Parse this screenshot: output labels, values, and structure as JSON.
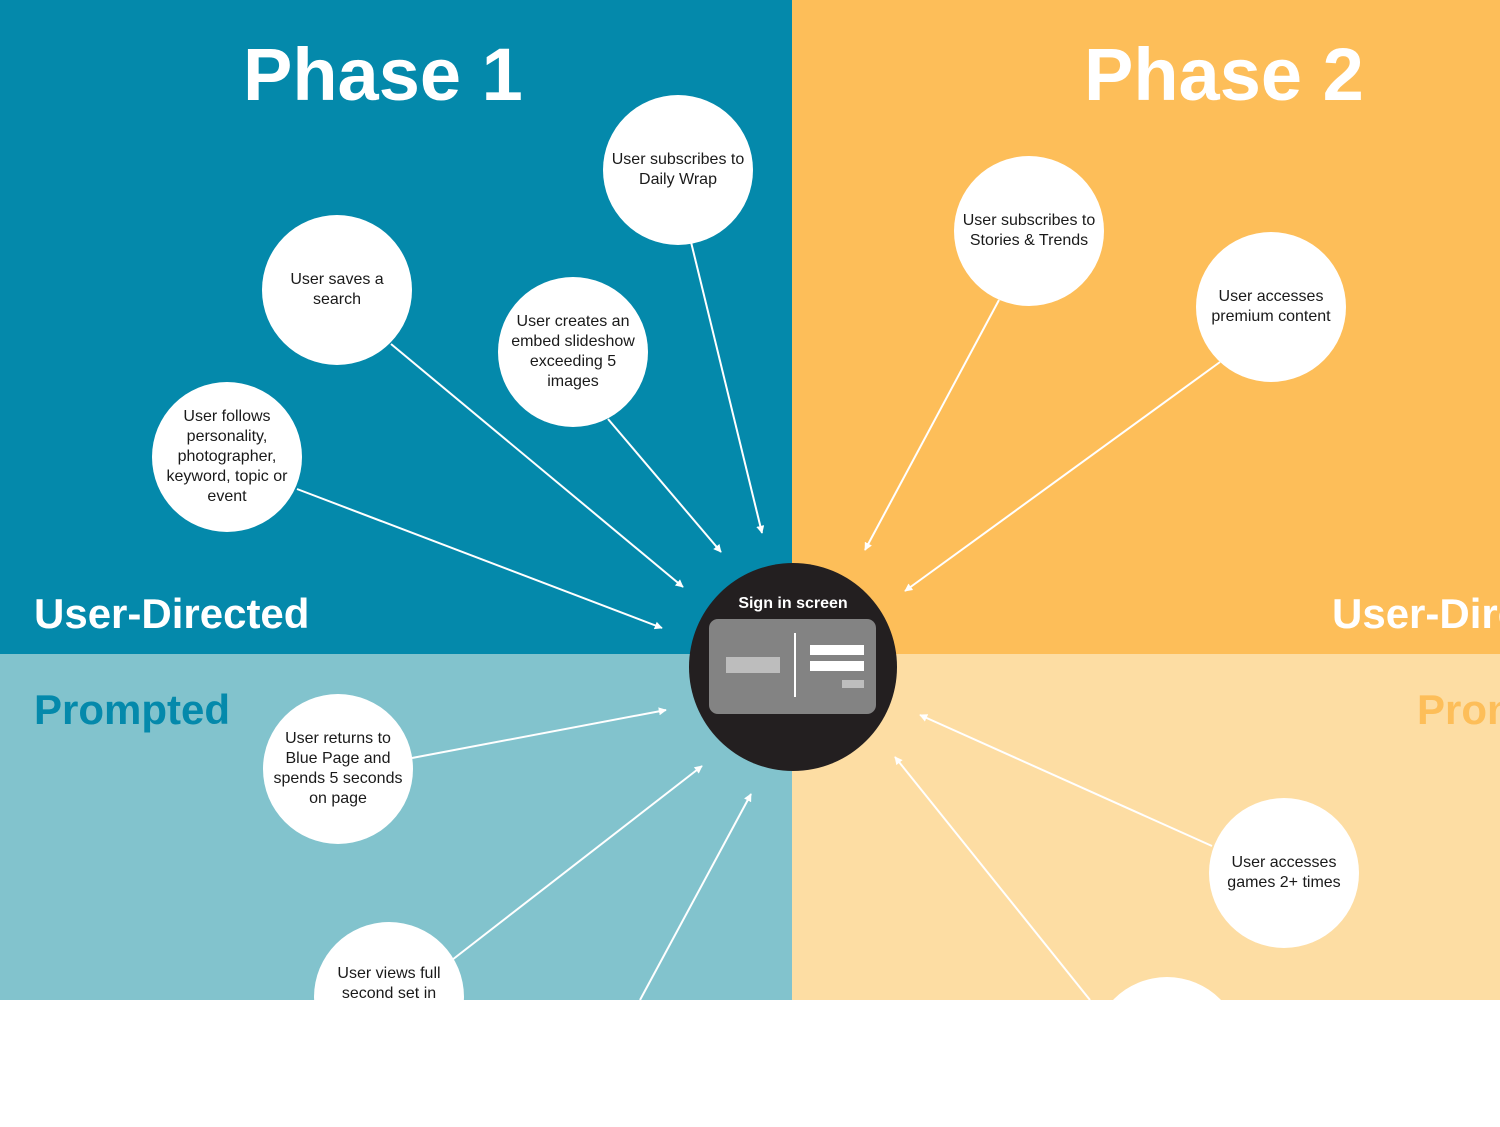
{
  "colors": {
    "phase1_userdirected_bg": "#0489ab",
    "phase1_prompted_bg": "#82c3cd",
    "phase2_userdirected_bg": "#fdbe59",
    "phase2_prompted_bg": "#fddda3",
    "center_circle": "#231f20",
    "bubble": "#ffffff",
    "arrow": "#ffffff"
  },
  "phases": {
    "phase1": "Phase 1",
    "phase2": "Phase 2"
  },
  "labels": {
    "user_directed_left": "User-Directed",
    "user_directed_right": "User-Dire",
    "prompted_left": "Prompted",
    "prompted_right": "Pron"
  },
  "center": {
    "title": "Sign in screen"
  },
  "bubbles": {
    "daily_wrap": "User subscribes to Daily Wrap",
    "saves_search": "User saves a search",
    "embed_slideshow": "User creates an embed slideshow exceeding 5 images",
    "follows": "User follows personality, photographer, keyword, topic or event",
    "stories_trends": "User subscribes to Stories & Trends",
    "premium": "User accesses premium content",
    "blue_page": "User returns to Blue Page and spends 5 seconds on page",
    "views_full": "User views full second set in",
    "games": "User accesses games 2+ times"
  }
}
